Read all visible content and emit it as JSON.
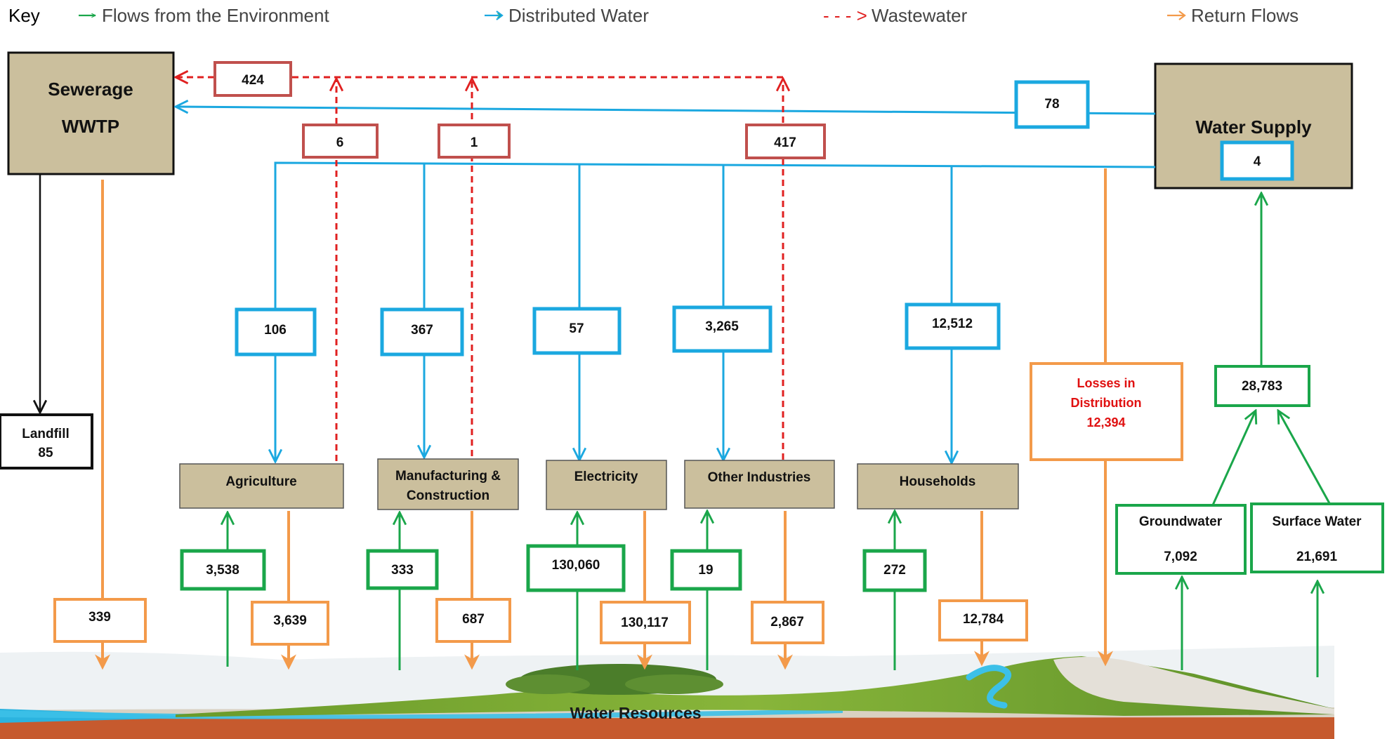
{
  "key": {
    "title": "Key",
    "environment": "Flows from the Environment",
    "distributed": "Distributed Water",
    "wastewater_arrow": "- - - >",
    "wastewater": "Wastewater",
    "return": "Return Flows"
  },
  "colors": {
    "environment": "#1aa64a",
    "distributed": "#1ba8e0",
    "wastewater": "#e02020",
    "return": "#f39a4a",
    "sector_fill": "#cbbf9d",
    "wastewater_box": "#c0504d"
  },
  "sewerage": {
    "line1": "Sewerage",
    "line2": "WWTP"
  },
  "water_supply": {
    "label": "Water Supply",
    "internal_use": "4"
  },
  "landfill": {
    "label": "Landfill",
    "value": "85"
  },
  "wastewater": {
    "total_to_wwtp": "424",
    "agriculture": "6",
    "manufacturing": "1",
    "other_industries": "417"
  },
  "supply_to_wwtp": "78",
  "distributed": {
    "agriculture": "106",
    "manufacturing": "367",
    "electricity": "57",
    "other_industries": "3,265",
    "households": "12,512"
  },
  "sectors": {
    "agriculture": "Agriculture",
    "manufacturing_line1": "Manufacturing &",
    "manufacturing_line2": "Construction",
    "electricity": "Electricity",
    "other_industries": "Other Industries",
    "households": "Households"
  },
  "abstraction": {
    "agriculture": "3,538",
    "manufacturing": "333",
    "electricity": "130,060",
    "other_industries": "19",
    "households": "272"
  },
  "returns": {
    "wwtp": "339",
    "agriculture": "3,639",
    "manufacturing": "687",
    "electricity": "130,117",
    "other_industries": "2,867",
    "households": "12,784"
  },
  "losses": {
    "line1": "Losses in",
    "line2": "Distribution",
    "value": "12,394"
  },
  "supply_abstraction": "28,783",
  "groundwater": {
    "label": "Groundwater",
    "value": "7,092"
  },
  "surface_water": {
    "label": "Surface Water",
    "value": "21,691"
  },
  "resources_label": "Water Resources"
}
